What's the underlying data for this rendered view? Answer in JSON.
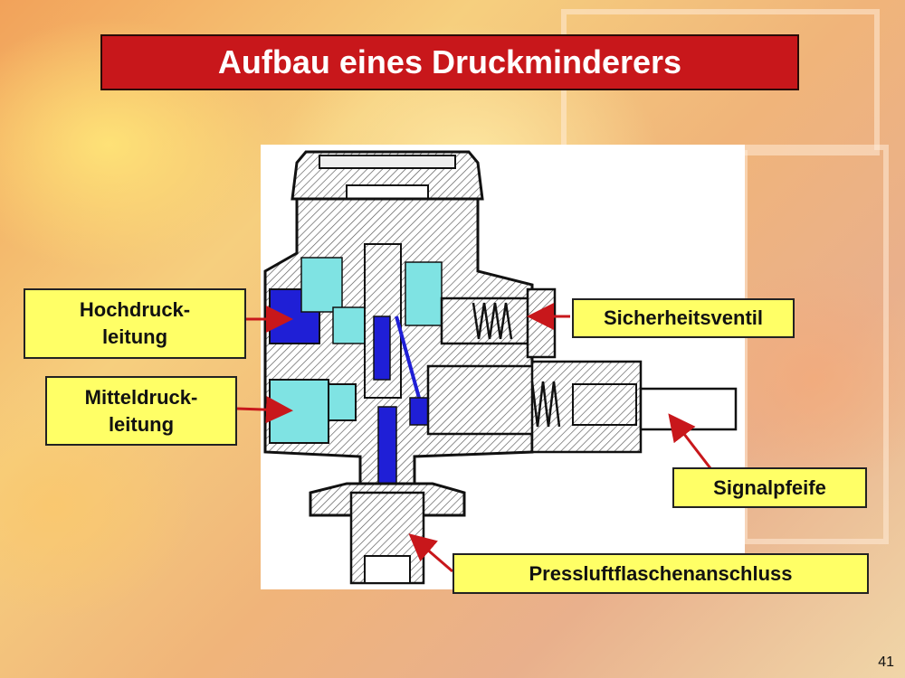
{
  "title": "Aufbau eines Druckminderers",
  "labels": {
    "hochdruck": "Hochdruck-\nleitung",
    "mitteldruck": "Mitteldruck-\nleitung",
    "sicherheitsventil": "Sicherheitsventil",
    "signalpfeife": "Signalpfeife",
    "pressluft": "Pressluftflaschenanschluss"
  },
  "page_number": "41",
  "colors": {
    "title_bg": "#c8171b",
    "label_bg": "#ffff66",
    "arrow": "#c8171b",
    "high_pressure": "#1f1fd6",
    "medium_pressure": "#7fe3e3"
  }
}
